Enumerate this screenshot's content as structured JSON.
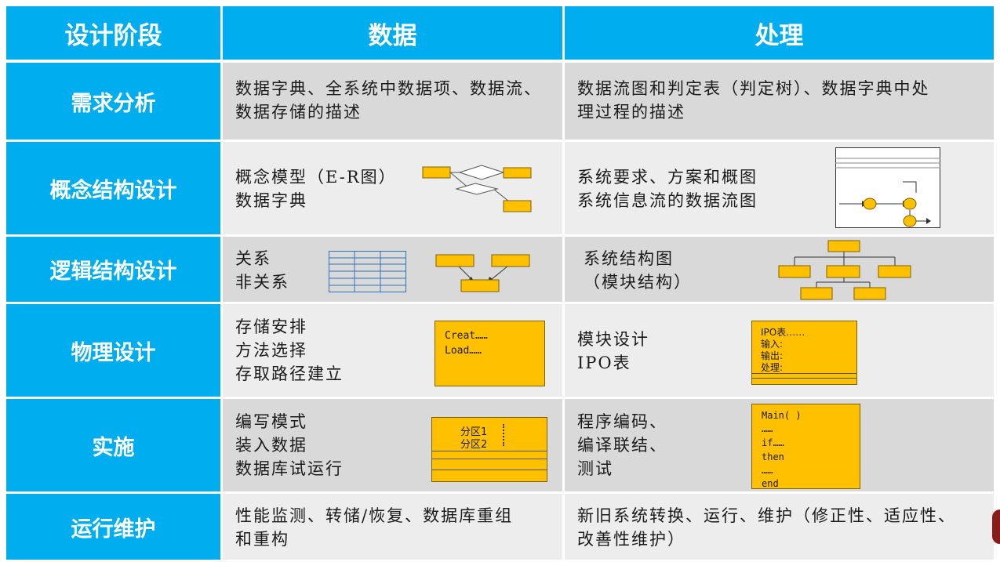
{
  "header": {
    "stage": "设计阶段",
    "data": "数据",
    "process": "处理"
  },
  "rows": [
    {
      "stage": "需求分析",
      "data_lines": "数据字典、全系统中数据项、数据流、\n数据存储的描述",
      "process_lines": "数据流图和判定表（判定树）、数据字典中处\n理过程的描述"
    },
    {
      "stage": "概念结构设计",
      "data_lines": "概念模型（E-R图）\n数据字典",
      "process_lines": "系统要求、方案和概图\n系统信息流的数据流图"
    },
    {
      "stage": "逻辑结构设计",
      "data_lines": "关系\n非关系",
      "process_lines": "系统结构图\n（模块结构）"
    },
    {
      "stage": "物理设计",
      "data_lines": "存储安排\n方法选择\n存取路径建立",
      "data_box_lines": [
        "Creat……",
        "Load……"
      ],
      "process_lines": "模块设计\nIPO表",
      "process_box_lines": [
        "IPO表……",
        "输入:",
        "输出:",
        "处理:"
      ]
    },
    {
      "stage": "实施",
      "data_lines": "编写模式\n装入数据\n数据库试运行",
      "data_box_lines": [
        "分区1",
        "分区2"
      ],
      "process_lines": "程序编码、\n编译联结、\n测试",
      "process_box_lines": [
        "Main(    )",
        "……",
        "if……",
        "then",
        "……",
        "end"
      ]
    },
    {
      "stage": "运行维护",
      "data_lines": "性能监测、转储/恢复、数据库重组\n和重构",
      "process_lines": "新旧系统转换、运行、维护（修正性、适应性、\n改善性维护）"
    }
  ],
  "colors": {
    "header_bg": "#00aeef",
    "cell_gray": "#d9d9d9",
    "cell_light": "#ededed",
    "box_fill": "#ffc000"
  }
}
